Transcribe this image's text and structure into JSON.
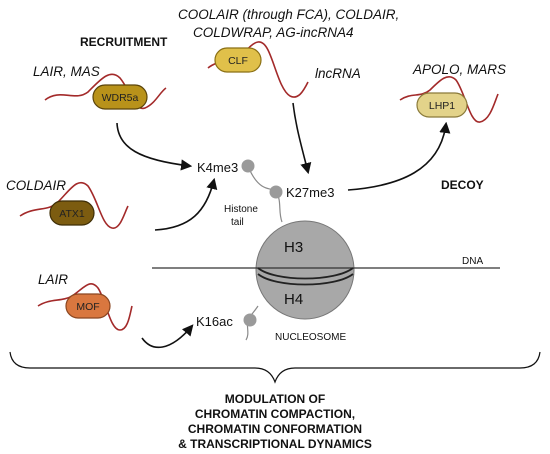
{
  "headers": {
    "recruitment": "RECRUITMENT",
    "decoy": "DECOY"
  },
  "lncrnas": {
    "coolair_line1": "COOLAIR (through FCA), COLDAIR,",
    "coolair_line2": "COLDWRAP, AG-incRNA4",
    "lair_mas": "LAIR, MAS",
    "lncrna": "lncRNA",
    "apolo_mars": "APOLO, MARS",
    "coldair": "COLDAIR",
    "lair": "LAIR"
  },
  "proteins": {
    "wdr5a": "WDR5a",
    "clf": "CLF",
    "lhp1": "LHP1",
    "atx1": "ATX1",
    "mof": "MOF"
  },
  "protein_colors": {
    "wdr5a": "#b8921a",
    "clf": "#e0c04a",
    "lhp1": "#e3d38a",
    "atx1": "#7c5c10",
    "mof": "#d9773f"
  },
  "rna_color": "#a32a2a",
  "marks": {
    "k4me3": "K4me3",
    "k27me3": "K27me3",
    "k16ac": "K16ac"
  },
  "labels": {
    "histone_tail_line1": "Histone",
    "histone_tail_line2": "tail",
    "h3": "H3",
    "h4": "H4",
    "dna": "DNA",
    "nucleosome": "NUCLEOSOME"
  },
  "footer": {
    "line1": "MODULATION OF",
    "line2": "CHROMATIN COMPACTION,",
    "line3": "CHROMATIN CONFORMATION",
    "line4": "& TRANSCRIPTIONAL DYNAMICS"
  }
}
